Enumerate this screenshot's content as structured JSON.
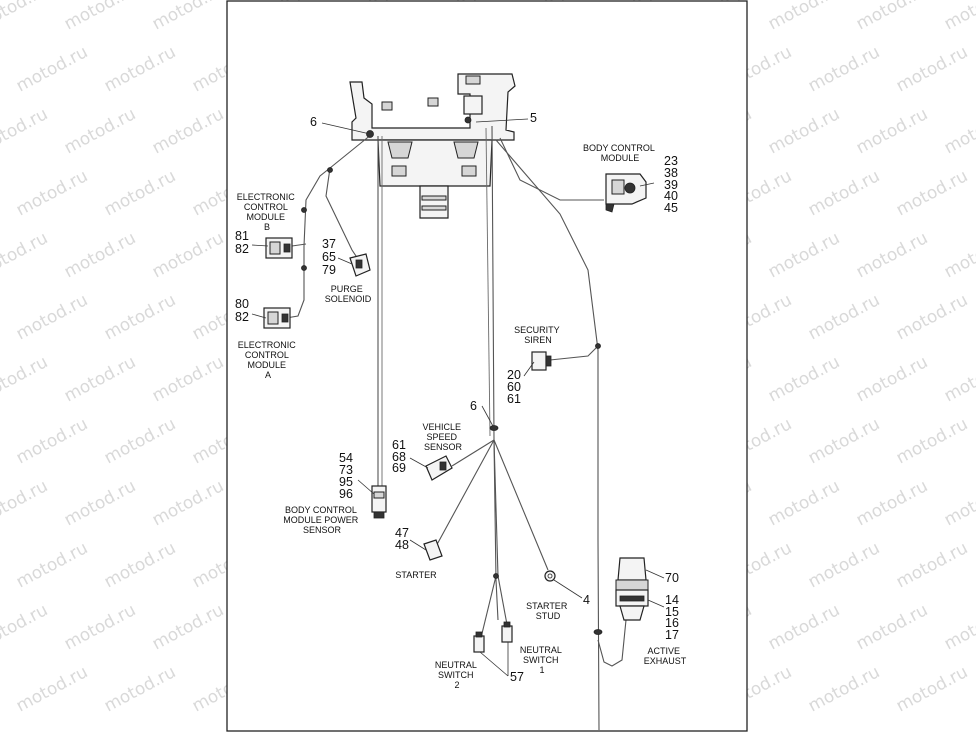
{
  "watermark": "motod.ru",
  "components": [
    {
      "id": "ecm-b",
      "name_lines": [
        "ELECTRONIC",
        "CONTROL",
        "MODULE",
        "B"
      ],
      "refs": [
        "81",
        "82"
      ]
    },
    {
      "id": "ecm-a",
      "name_lines": [
        "ELECTRONIC",
        "CONTROL",
        "MODULE",
        "A"
      ],
      "refs": [
        "80",
        "82"
      ]
    },
    {
      "id": "purge-solenoid",
      "name_lines": [
        "PURGE",
        "SOLENOID"
      ],
      "refs": [
        "37",
        "65",
        "79"
      ]
    },
    {
      "id": "body-control-module",
      "name_lines": [
        "BODY CONTROL",
        "MODULE"
      ],
      "refs": [
        "23",
        "38",
        "39",
        "40",
        "45"
      ]
    },
    {
      "id": "security-siren",
      "name_lines": [
        "SECURITY",
        "SIREN"
      ],
      "refs": [
        "20",
        "60",
        "61"
      ]
    },
    {
      "id": "vehicle-speed-sensor",
      "name_lines": [
        "VEHICLE",
        "SPEED",
        "SENSOR"
      ],
      "refs": [
        "61",
        "68",
        "69"
      ]
    },
    {
      "id": "bcm-power-sensor",
      "name_lines": [
        "BODY CONTROL",
        "MODULE POWER",
        "SENSOR"
      ],
      "refs": [
        "54",
        "73",
        "95",
        "96"
      ]
    },
    {
      "id": "starter",
      "name_lines": [
        "STARTER"
      ],
      "refs": [
        "47",
        "48"
      ]
    },
    {
      "id": "starter-stud",
      "name_lines": [
        "STARTER",
        "STUD"
      ],
      "refs": [
        "4"
      ]
    },
    {
      "id": "active-exhaust",
      "name_lines": [
        "ACTIVE",
        "EXHAUST"
      ],
      "refs": [
        "70",
        "14",
        "15",
        "16",
        "17"
      ]
    },
    {
      "id": "neutral-switch-1",
      "name_lines": [
        "NEUTRAL",
        "SWITCH",
        "1"
      ],
      "refs": []
    },
    {
      "id": "neutral-switch-2",
      "name_lines": [
        "NEUTRAL",
        "SWITCH",
        "2"
      ],
      "refs": []
    }
  ],
  "callouts": {
    "clip_top": "6",
    "clip_right": "5",
    "clip_mid": "6",
    "neutral_switch": "57"
  }
}
